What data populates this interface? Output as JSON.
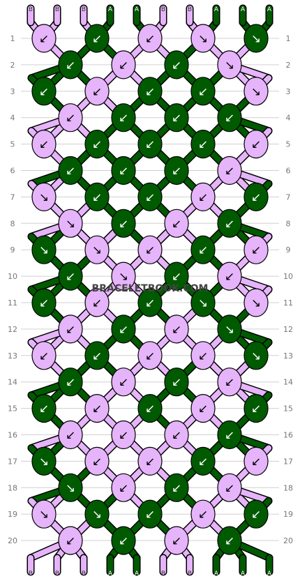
{
  "watermark": "BRACELETBOOK.COM",
  "colors": {
    "A": "#005a00",
    "B": "#e6b4fa",
    "outline": "#000000",
    "grid": "#d0d0d0",
    "row_label": "#777777",
    "arrow_on_A": "#ffffff",
    "arrow_on_B": "#000000"
  },
  "top_strings": [
    "B",
    "B",
    "B",
    "A",
    "A",
    "B",
    "B",
    "A",
    "A",
    "A"
  ],
  "bottom_strings": [
    "B",
    "B",
    "B",
    "A",
    "A",
    "B",
    "B",
    "A",
    "A",
    "A"
  ],
  "row_labels": [
    "1",
    "2",
    "3",
    "4",
    "5",
    "6",
    "7",
    "8",
    "9",
    "10",
    "11",
    "12",
    "13",
    "14",
    "15",
    "16",
    "17",
    "18",
    "19",
    "20"
  ],
  "knot_rows": [
    {
      "knots": [
        {
          "color": "B",
          "arrow": "↙"
        },
        {
          "color": "A",
          "arrow": "↙"
        },
        {
          "color": "B",
          "arrow": "↙"
        },
        {
          "color": "B",
          "arrow": "↘"
        },
        {
          "color": "A",
          "arrow": "↘"
        }
      ]
    },
    {
      "knots": [
        {
          "color": "A",
          "arrow": "↙"
        },
        {
          "color": "B",
          "arrow": "↙"
        },
        {
          "color": "A",
          "arrow": "↙"
        },
        {
          "color": "B",
          "arrow": "↘"
        }
      ]
    },
    {
      "knots": [
        {
          "color": "A",
          "arrow": "↙"
        },
        {
          "color": "B",
          "arrow": "↙"
        },
        {
          "color": "A",
          "arrow": "↙"
        },
        {
          "color": "A",
          "arrow": "↙"
        },
        {
          "color": "B",
          "arrow": "↘"
        }
      ]
    },
    {
      "knots": [
        {
          "color": "B",
          "arrow": "↙"
        },
        {
          "color": "A",
          "arrow": "↙"
        },
        {
          "color": "A",
          "arrow": "↙"
        },
        {
          "color": "A",
          "arrow": "↙"
        }
      ]
    },
    {
      "knots": [
        {
          "color": "B",
          "arrow": "↙"
        },
        {
          "color": "A",
          "arrow": "↙"
        },
        {
          "color": "A",
          "arrow": "↙"
        },
        {
          "color": "A",
          "arrow": "↙"
        },
        {
          "color": "B",
          "arrow": "↙"
        }
      ]
    },
    {
      "knots": [
        {
          "color": "A",
          "arrow": "↙"
        },
        {
          "color": "A",
          "arrow": "↙"
        },
        {
          "color": "A",
          "arrow": "↙"
        },
        {
          "color": "B",
          "arrow": "↙"
        }
      ]
    },
    {
      "knots": [
        {
          "color": "B",
          "arrow": "↘"
        },
        {
          "color": "A",
          "arrow": "↙"
        },
        {
          "color": "A",
          "arrow": "↙"
        },
        {
          "color": "B",
          "arrow": "↙"
        },
        {
          "color": "A",
          "arrow": "↙"
        }
      ]
    },
    {
      "knots": [
        {
          "color": "B",
          "arrow": "↘"
        },
        {
          "color": "A",
          "arrow": "↙"
        },
        {
          "color": "B",
          "arrow": "↙"
        },
        {
          "color": "A",
          "arrow": "↙"
        }
      ]
    },
    {
      "knots": [
        {
          "color": "A",
          "arrow": "↘"
        },
        {
          "color": "B",
          "arrow": "↘"
        },
        {
          "color": "B",
          "arrow": "↙"
        },
        {
          "color": "A",
          "arrow": "↙"
        },
        {
          "color": "B",
          "arrow": "↙"
        }
      ]
    },
    {
      "knots": [
        {
          "color": "A",
          "arrow": "↙"
        },
        {
          "color": "B",
          "arrow": "↘"
        },
        {
          "color": "A",
          "arrow": "↙"
        },
        {
          "color": "B",
          "arrow": "↙"
        }
      ]
    },
    {
      "knots": [
        {
          "color": "A",
          "arrow": "↙"
        },
        {
          "color": "B",
          "arrow": "↙"
        },
        {
          "color": "A",
          "arrow": "↙"
        },
        {
          "color": "A",
          "arrow": "↘"
        },
        {
          "color": "B",
          "arrow": "↘"
        }
      ]
    },
    {
      "knots": [
        {
          "color": "B",
          "arrow": "↙"
        },
        {
          "color": "A",
          "arrow": "↙"
        },
        {
          "color": "B",
          "arrow": "↙"
        },
        {
          "color": "A",
          "arrow": "↘"
        }
      ]
    },
    {
      "knots": [
        {
          "color": "B",
          "arrow": "↙"
        },
        {
          "color": "A",
          "arrow": "↙"
        },
        {
          "color": "B",
          "arrow": "↙"
        },
        {
          "color": "B",
          "arrow": "↙"
        },
        {
          "color": "A",
          "arrow": "↘"
        }
      ]
    },
    {
      "knots": [
        {
          "color": "A",
          "arrow": "↙"
        },
        {
          "color": "B",
          "arrow": "↙"
        },
        {
          "color": "A",
          "arrow": "↙"
        },
        {
          "color": "B",
          "arrow": "↙"
        }
      ]
    },
    {
      "knots": [
        {
          "color": "A",
          "arrow": "↙"
        },
        {
          "color": "B",
          "arrow": "↙"
        },
        {
          "color": "A",
          "arrow": "↙"
        },
        {
          "color": "B",
          "arrow": "↙"
        },
        {
          "color": "A",
          "arrow": "↙"
        }
      ]
    },
    {
      "knots": [
        {
          "color": "B",
          "arrow": "↙"
        },
        {
          "color": "B",
          "arrow": "↙"
        },
        {
          "color": "B",
          "arrow": "↙"
        },
        {
          "color": "A",
          "arrow": "↙"
        }
      ]
    },
    {
      "knots": [
        {
          "color": "A",
          "arrow": "↘"
        },
        {
          "color": "B",
          "arrow": "↙"
        },
        {
          "color": "B",
          "arrow": "↙"
        },
        {
          "color": "A",
          "arrow": "↙"
        },
        {
          "color": "B",
          "arrow": "↙"
        }
      ]
    },
    {
      "knots": [
        {
          "color": "A",
          "arrow": "↘"
        },
        {
          "color": "B",
          "arrow": "↙"
        },
        {
          "color": "A",
          "arrow": "↙"
        },
        {
          "color": "B",
          "arrow": "↙"
        }
      ]
    },
    {
      "knots": [
        {
          "color": "B",
          "arrow": "↘"
        },
        {
          "color": "A",
          "arrow": "↘"
        },
        {
          "color": "A",
          "arrow": "↙"
        },
        {
          "color": "B",
          "arrow": "↙"
        },
        {
          "color": "A",
          "arrow": "↙"
        }
      ]
    },
    {
      "knots": [
        {
          "color": "B",
          "arrow": "↙"
        },
        {
          "color": "A",
          "arrow": "↙"
        },
        {
          "color": "B",
          "arrow": "↙"
        },
        {
          "color": "A",
          "arrow": "↙"
        }
      ]
    }
  ]
}
